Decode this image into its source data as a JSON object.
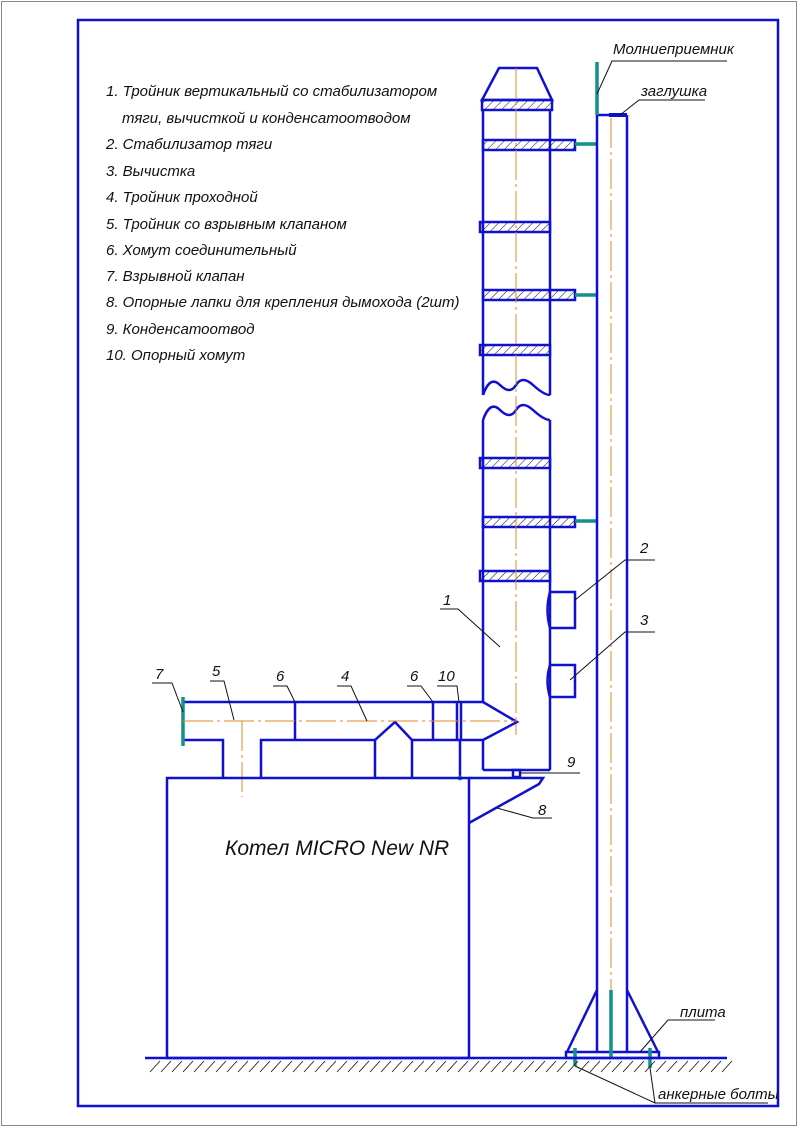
{
  "legend": [
    "1. Тройник вертикальный со стабилизатором",
    "тяги, вычисткой и конденсатоотводом",
    "2. Стабилизатор тяги",
    "3. Вычистка",
    "4. Тройник проходной",
    "5. Тройник со взрывным клапаном",
    "6. Хомут соединительный",
    "7. Взрывной клапан",
    "8. Опорные лапки для крепления дымохода (2шт)",
    "9. Конденсатоотвод",
    "10. Опорный хомут"
  ],
  "labels": {
    "lightning_rod": "Молниеприемник",
    "cap": "заглушка",
    "plate": "плита",
    "anchor_bolts": "анкерные болты",
    "boiler": "Котел MICRO New NR"
  },
  "callouts": {
    "n1": "1",
    "n2": "2",
    "n3": "3",
    "n4": "4",
    "n5": "5",
    "n6a": "6",
    "n6b": "6",
    "n7": "7",
    "n8": "8",
    "n9": "9",
    "n10": "10"
  },
  "colors": {
    "lines": "#1010d0",
    "centerline": "#e08a20",
    "steel": "#14908c"
  }
}
